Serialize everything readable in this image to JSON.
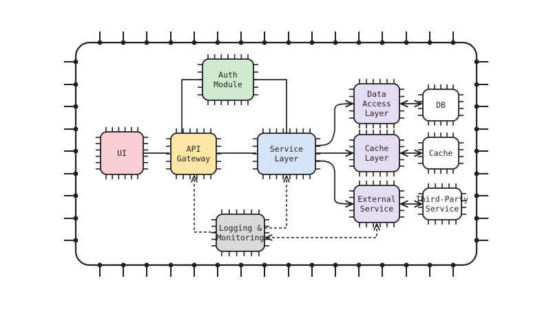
{
  "colors": {
    "stroke": "#1f1f1f",
    "pin": "#1f1f1f",
    "ui_fill": "#f8cdd6",
    "gateway_fill": "#fbe6a6",
    "auth_fill": "#cfeacf",
    "service_fill": "#d4e3f7",
    "logging_fill": "#d9d9d9",
    "purple_fill": "#e4dcf3",
    "white_fill": "#ffffff"
  },
  "nodes": {
    "ui": {
      "lines": [
        "UI"
      ]
    },
    "api_gateway": {
      "lines": [
        "API",
        "Gateway"
      ]
    },
    "auth_module": {
      "lines": [
        "Auth",
        "Module"
      ]
    },
    "service_layer": {
      "lines": [
        "Service",
        "Layer"
      ]
    },
    "logging": {
      "lines": [
        "Logging &",
        "Monitoring"
      ]
    },
    "data_access": {
      "lines": [
        "Data",
        "Access",
        "Layer"
      ]
    },
    "cache_layer": {
      "lines": [
        "Cache",
        "Layer"
      ]
    },
    "external_service": {
      "lines": [
        "External",
        "Service"
      ]
    },
    "db": {
      "lines": [
        "DB"
      ]
    },
    "cache": {
      "lines": [
        "Cache"
      ]
    },
    "third_party": {
      "lines": [
        "Third-Party",
        "Service"
      ]
    }
  }
}
